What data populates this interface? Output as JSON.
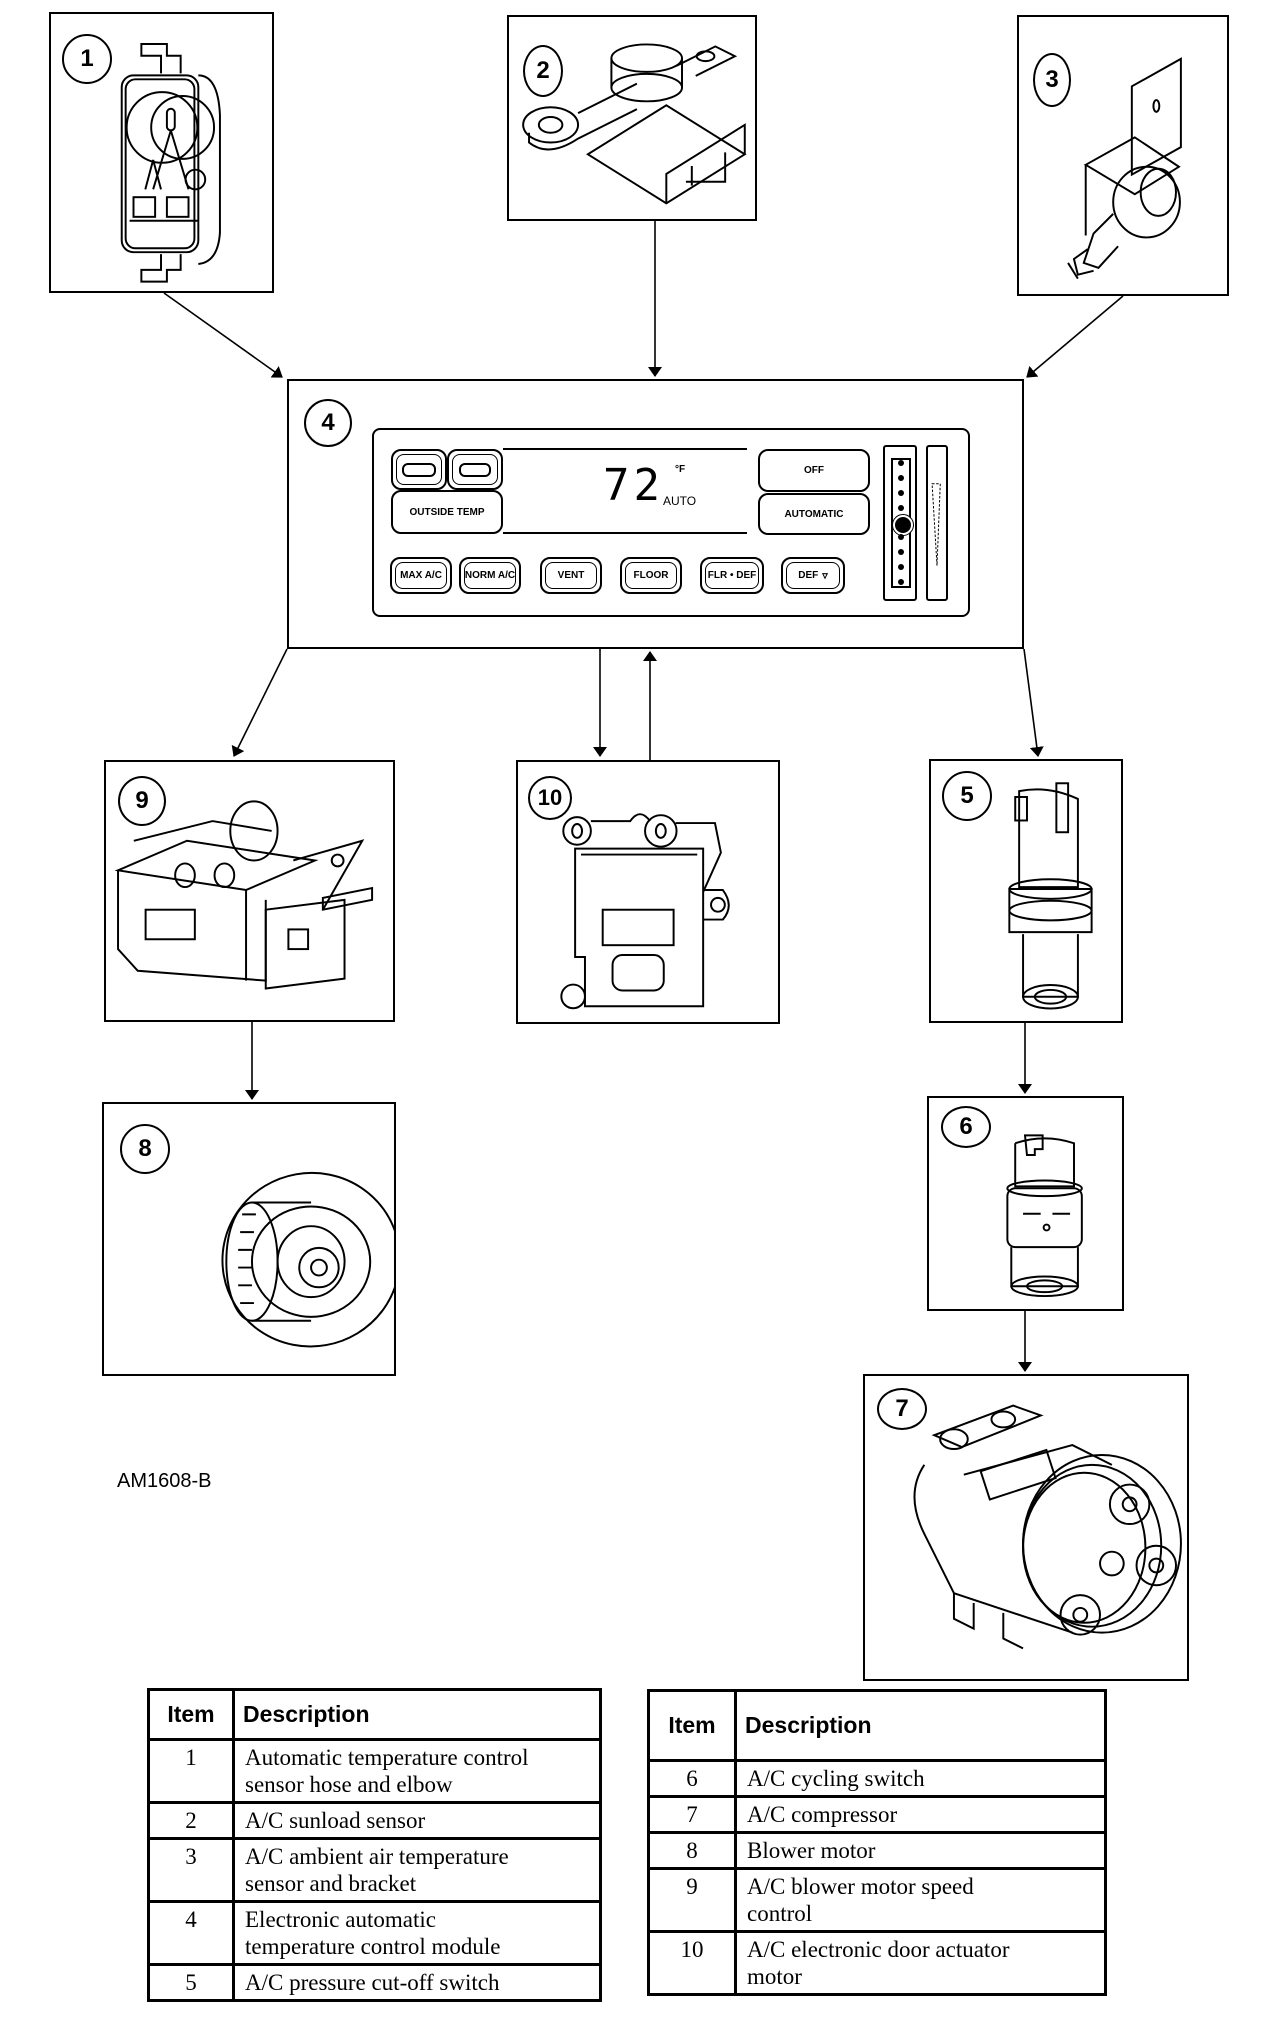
{
  "figure_id": "AM1608-B",
  "components": [
    {
      "item": "1",
      "callout": "1"
    },
    {
      "item": "2",
      "callout": "2"
    },
    {
      "item": "3",
      "callout": "3"
    },
    {
      "item": "4",
      "callout": "4"
    },
    {
      "item": "5",
      "callout": "5"
    },
    {
      "item": "6",
      "callout": "6"
    },
    {
      "item": "7",
      "callout": "7"
    },
    {
      "item": "8",
      "callout": "8"
    },
    {
      "item": "9",
      "callout": "9"
    },
    {
      "item": "10",
      "callout": "10"
    }
  ],
  "control_panel": {
    "temperature": "72",
    "unit": "°F",
    "mode": "AUTO",
    "left_buttons": {
      "top_left": "",
      "top_right": "",
      "outside_temp": "OUTSIDE TEMP"
    },
    "right_buttons": {
      "off": "OFF",
      "automatic": "AUTOMATIC"
    },
    "mode_buttons": [
      "MAX A/C",
      "NORM A/C",
      "VENT",
      "FLOOR",
      "FLR • DEF",
      "DEF"
    ],
    "fan_speed_level": 5,
    "fan_speed_positions": 9
  },
  "connections": [
    {
      "from": "1",
      "to": "4"
    },
    {
      "from": "2",
      "to": "4"
    },
    {
      "from": "3",
      "to": "4"
    },
    {
      "from": "4",
      "to": "9"
    },
    {
      "from": "4",
      "to": "10"
    },
    {
      "from": "10",
      "to": "4"
    },
    {
      "from": "4",
      "to": "5"
    },
    {
      "from": "9",
      "to": "8"
    },
    {
      "from": "5",
      "to": "6"
    },
    {
      "from": "6",
      "to": "7"
    }
  ],
  "legend_table_1": {
    "headers": [
      "Item",
      "Description"
    ],
    "rows": [
      {
        "item": "1",
        "lines": [
          "Automatic temperature control",
          "sensor hose and elbow"
        ]
      },
      {
        "item": "2",
        "lines": [
          "A/C sunload sensor"
        ]
      },
      {
        "item": "3",
        "lines": [
          "A/C ambient air temperature",
          "sensor and bracket"
        ]
      },
      {
        "item": "4",
        "lines": [
          "Electronic automatic",
          "temperature control module"
        ]
      },
      {
        "item": "5",
        "lines": [
          "A/C pressure cut-off switch"
        ]
      }
    ]
  },
  "legend_table_2": {
    "headers": [
      "Item",
      "Description"
    ],
    "rows": [
      {
        "item": "6",
        "lines": [
          "A/C cycling switch"
        ]
      },
      {
        "item": "7",
        "lines": [
          "A/C compressor"
        ]
      },
      {
        "item": "8",
        "lines": [
          "Blower motor"
        ]
      },
      {
        "item": "9",
        "lines": [
          "A/C blower motor speed",
          "control"
        ]
      },
      {
        "item": "10",
        "lines": [
          "A/C electronic door actuator",
          "motor"
        ]
      }
    ]
  }
}
